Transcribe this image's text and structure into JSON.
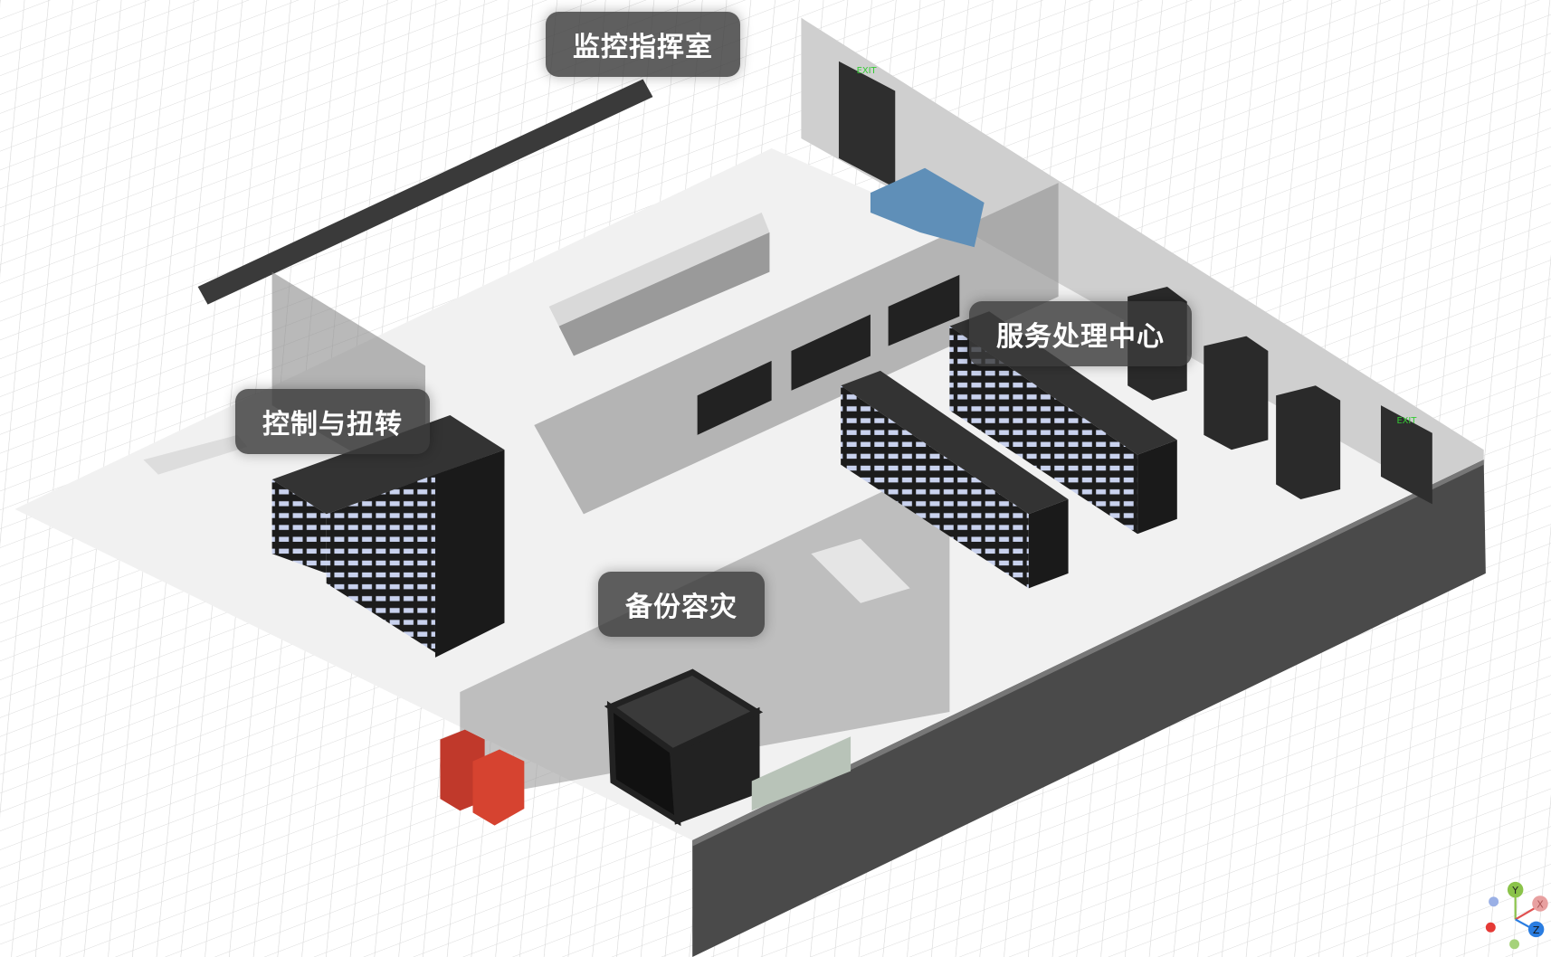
{
  "zones": [
    {
      "id": "monitor",
      "label": "监控指挥室"
    },
    {
      "id": "control",
      "label": "控制与扭转"
    },
    {
      "id": "service",
      "label": "服务处理中心"
    },
    {
      "id": "backup",
      "label": "备份容灾"
    }
  ],
  "signs": {
    "exit": "EXIT"
  },
  "axes": {
    "x": "X",
    "y": "Y",
    "z": "Z",
    "colors": {
      "x": "#e05050",
      "y": "#8bc34a",
      "z": "#2a7de1"
    }
  }
}
